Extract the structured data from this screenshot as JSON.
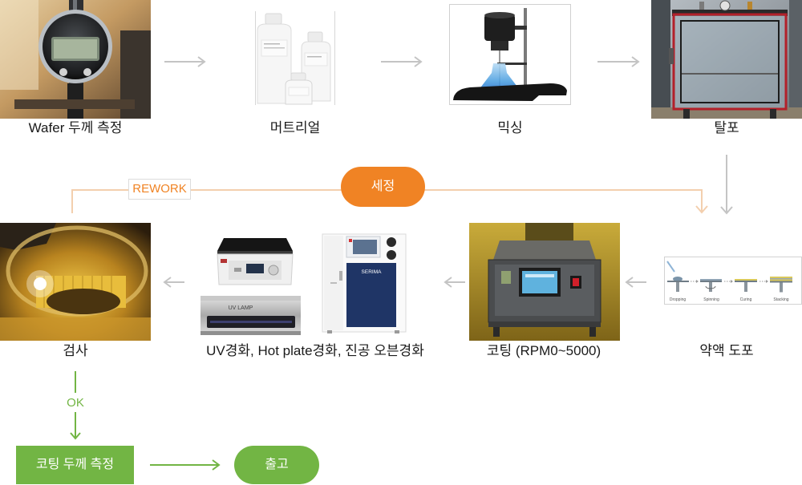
{
  "flow_top": [
    {
      "label": "Wafer 두께 측정",
      "image": "thickness-gauge-photo"
    },
    {
      "label": "머트리얼",
      "image": "material-bottles-photo"
    },
    {
      "label": "믹싱",
      "image": "mixer-photo"
    },
    {
      "label": "탈포",
      "image": "vacuum-degassing-chamber-photo"
    }
  ],
  "flow_middle": [
    {
      "label": "약액 도포",
      "image": "dispense-process-diagram",
      "stages": [
        "Dropping",
        "Spinning",
        "Curing",
        "Stacking"
      ]
    },
    {
      "label": "코팅 (RPM0~5000)",
      "image": "spin-coater-photo"
    },
    {
      "label": "UV경화, Hot plate경화, 진공 오븐경화",
      "image": "curing-equipment-photos",
      "uv_lamp_text": "UV LAMP",
      "oven_brand": "SERIMA"
    },
    {
      "label": "검사",
      "image": "inspection-photo"
    }
  ],
  "rework": {
    "label": "REWORK",
    "cleaning_label": "세정"
  },
  "inspection_pass": {
    "label": "OK"
  },
  "final": {
    "measure_label": "코팅 두께 측정",
    "ship_label": "출고"
  },
  "colors": {
    "accent_green": "#72b544",
    "accent_orange": "#f08324",
    "rework_line": "#f3cfae",
    "arrow_gray": "#c4c4c4",
    "text_dark": "#1a1a1a"
  }
}
